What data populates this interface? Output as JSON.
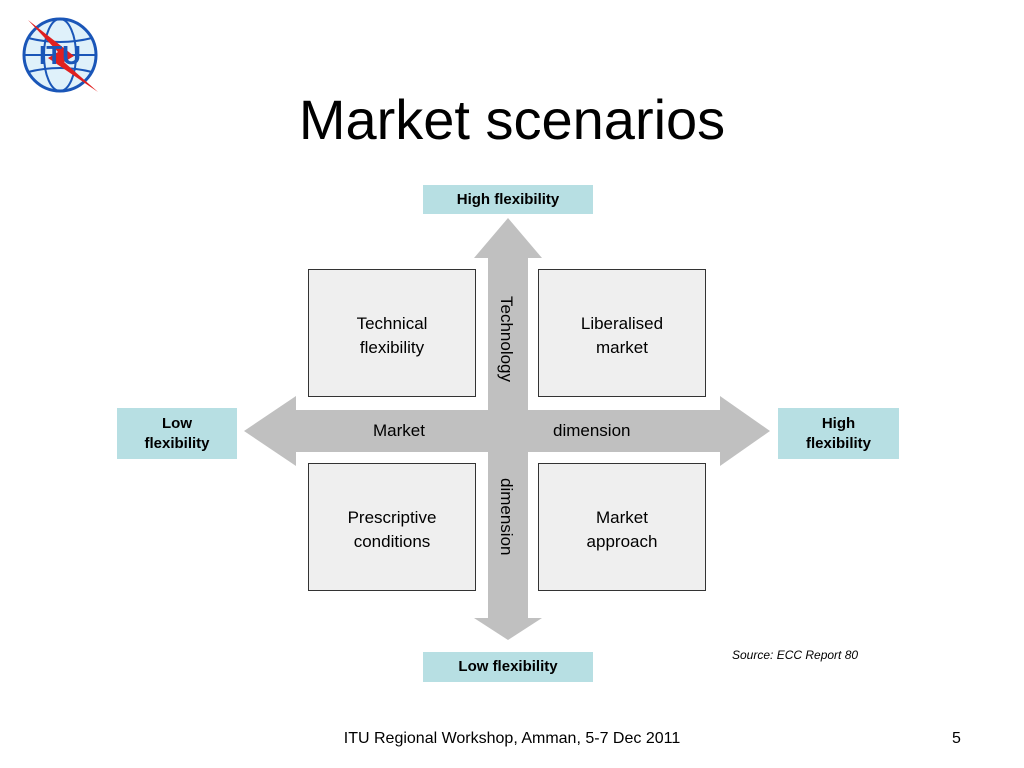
{
  "logo": {
    "text": "ITU",
    "icon": "itu-globe-logo"
  },
  "slide": {
    "title": "Market scenarios"
  },
  "axes": {
    "top": "High flexibility",
    "bottom": "Low flexibility",
    "left": "Low flexibility",
    "right": "High flexibility",
    "horizontal_left_word": "Market",
    "horizontal_right_word": "dimension",
    "vertical_top_word": "Technology",
    "vertical_bottom_word": "dimension"
  },
  "quadrants": {
    "top_left": [
      "Technical",
      "flexibility"
    ],
    "top_right": [
      "Liberalised",
      "market"
    ],
    "bottom_left": [
      "Prescriptive",
      "conditions"
    ],
    "bottom_right": [
      "Market",
      "approach"
    ]
  },
  "source": "Source: ECC Report 80",
  "footer": {
    "text": "ITU Regional Workshop, Amman, 5-7 Dec 2011",
    "page": "5"
  },
  "colors": {
    "label_bg": "#b7dfe3",
    "arrow": "#c0c0c0",
    "quad_bg": "#efefef",
    "logo_blue": "#1a56b8",
    "logo_red": "#e02020"
  }
}
